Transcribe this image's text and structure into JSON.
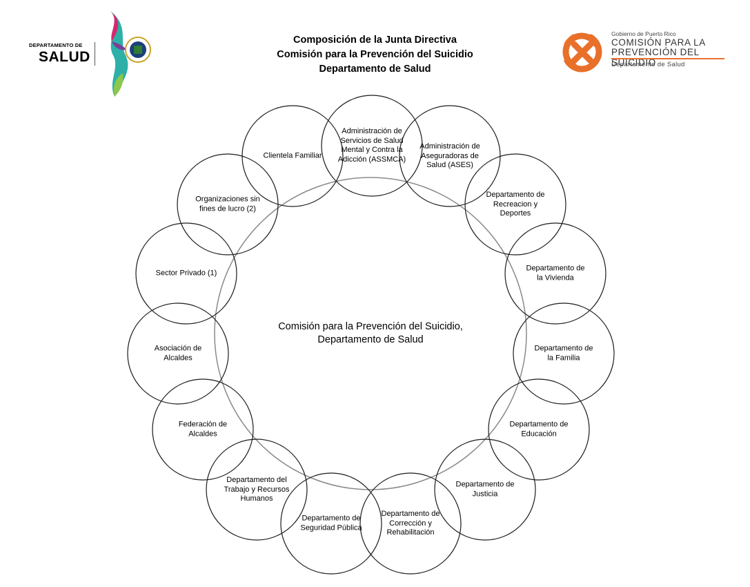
{
  "header": {
    "line1": "Composición de la Junta Directiva",
    "line2": "Comisión para la Prevención del Suicidio",
    "line3": "Departamento de Salud"
  },
  "logo_left": {
    "small_text": "DEPARTAMENTO DE",
    "big_text": "SALUD"
  },
  "logo_right": {
    "gov": "Gobierno de Puerto Rico",
    "line1": "COMISIÓN PARA LA",
    "line2": "PREVENCIÓN DEL SUICIDIO",
    "line3": "Departamento de Salud",
    "accent_color": "#e8702a"
  },
  "center": {
    "line1": "Comisión para la Prevención del Suicidio,",
    "line2": "Departamento de Salud"
  },
  "members": [
    {
      "lines": [
        "Administración de",
        "Servicios de Salud",
        "Mental y Contra la",
        "Adicción (ASSMCA)"
      ]
    },
    {
      "lines": [
        "Administración de",
        "Aseguradoras de",
        "Salud (ASES)"
      ]
    },
    {
      "lines": [
        "Departamento de",
        "Recreacion y",
        "Deportes"
      ]
    },
    {
      "lines": [
        "Departamento de",
        "la Vivienda"
      ]
    },
    {
      "lines": [
        "Departamento de",
        "la Familia"
      ]
    },
    {
      "lines": [
        "Departamento de",
        "Educación"
      ]
    },
    {
      "lines": [
        "Departamento de",
        "Justicia"
      ]
    },
    {
      "lines": [
        "Departamento de",
        "Corrección y",
        "Rehabilitación"
      ]
    },
    {
      "lines": [
        "Departamento de",
        "Seguridad Pública"
      ]
    },
    {
      "lines": [
        "Departamento del",
        "Trabajo y Recursos",
        "Humanos"
      ]
    },
    {
      "lines": [
        "Federación de",
        "Alcaldes"
      ]
    },
    {
      "lines": [
        "Asociación de",
        "Alcaldes"
      ]
    },
    {
      "lines": [
        "Sector Privado (1)"
      ]
    },
    {
      "lines": [
        "Organizaciones sin",
        "fines de lucro (2)"
      ]
    },
    {
      "lines": [
        "Clientela Familiar"
      ]
    }
  ]
}
